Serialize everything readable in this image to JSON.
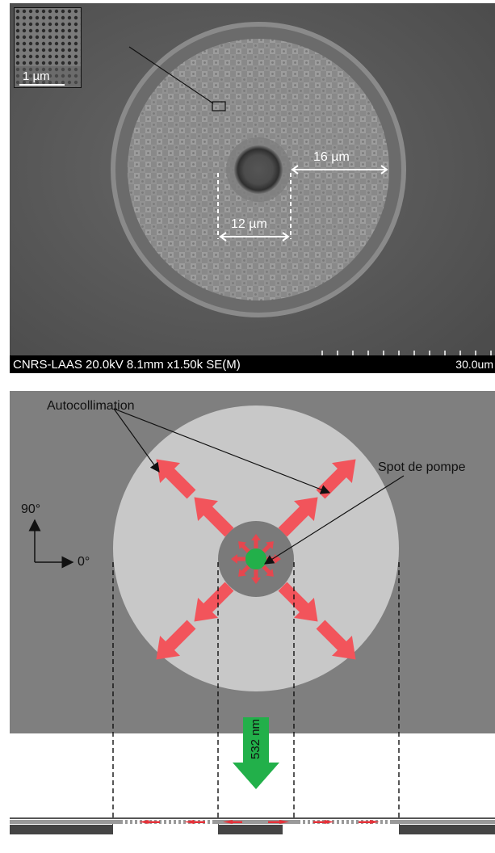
{
  "sem": {
    "info_text": "CNRS-LAAS 20.0kV 8.1mm x1.50k SE(M)",
    "scale_text": "30.0um",
    "inset_scale_label": "1 µm",
    "label_16": "16 µm",
    "label_12": "12 µm"
  },
  "schematic": {
    "autocollimation_label": "Autocollimation",
    "pump_spot_label": "Spot de pompe",
    "angle_90_label": "90°",
    "angle_0_label": "0°",
    "wavelength_label": "532 nm"
  },
  "colors": {
    "sem_background": "#5a5a5a",
    "diagram_background": "#7f7f7f",
    "outer_disk": "#c8c8c8",
    "inner_ring": "#7a7a7a",
    "pump_spot": "#22b04a",
    "arrow_red": "#f2545b",
    "pump_arrow": "#22b04a"
  }
}
